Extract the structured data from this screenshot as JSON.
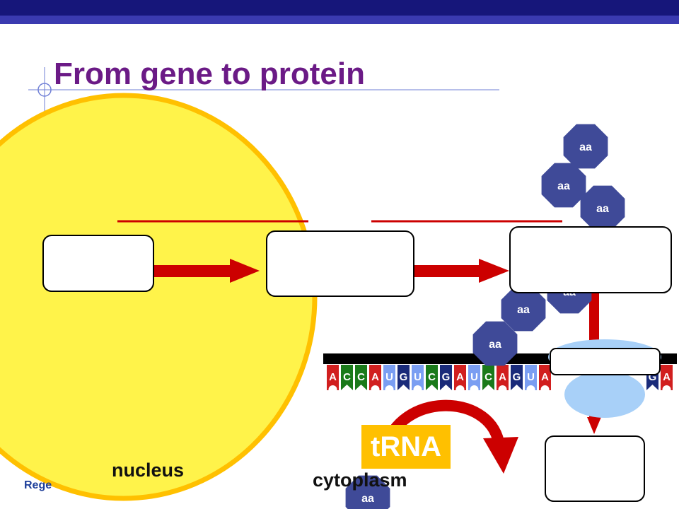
{
  "slide": {
    "title": "From gene to protein",
    "footer": "Rege",
    "nucleus_label": "nucleus",
    "cytoplasm_label": "cytoplasm",
    "trna_label": "tRNA"
  },
  "amino_acid_label": "aa",
  "mrna_sequence": [
    "A",
    "C",
    "C",
    "A",
    "U",
    "G",
    "U",
    "C",
    "G",
    "A",
    "U",
    "C",
    "A",
    "G",
    "U",
    "A"
  ],
  "mrna_tail": [
    "G",
    "A"
  ],
  "colors": {
    "title": "#6b1a86",
    "header": "#16167a",
    "nucleus_fill": "#fff34a",
    "nucleus_border": "#ffc000",
    "arrow": "#cc0000",
    "amino_acid": "#3f4a98",
    "ribosome": "#a8d0f8",
    "trna_box": "#ffc000",
    "base_A": "#d11f1f",
    "base_C": "#1a7a1a",
    "base_U": "#7a9ef2",
    "base_G": "#1a2b7a"
  }
}
